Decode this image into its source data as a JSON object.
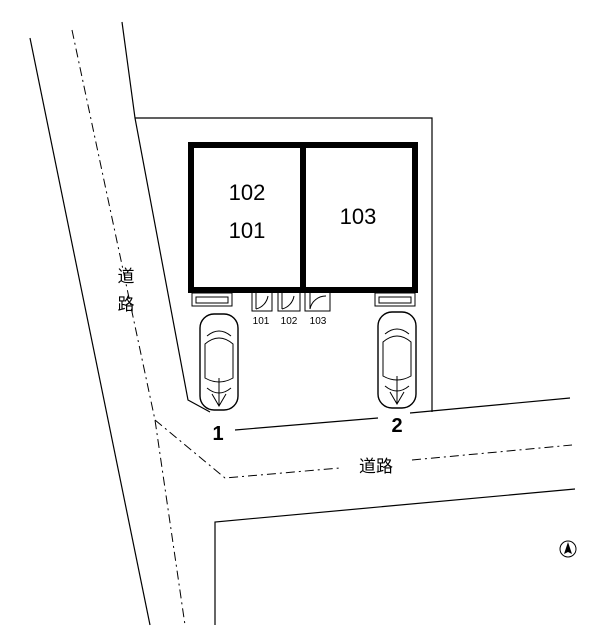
{
  "building": {
    "left_block_units": [
      "102",
      "101"
    ],
    "right_block_units": [
      "103"
    ]
  },
  "doors": [
    "101",
    "102",
    "103"
  ],
  "roads": {
    "west_label": "道\n路",
    "west_label_chars": [
      "道",
      "路"
    ],
    "south_label": "道路"
  },
  "parking": [
    "1",
    "2"
  ],
  "icons": [
    "car-icon",
    "car-icon",
    "north-arrow-icon"
  ]
}
